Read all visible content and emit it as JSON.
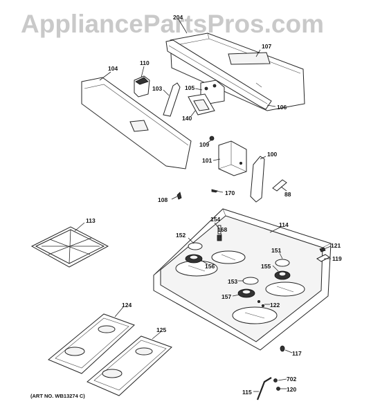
{
  "watermark": "AppliancePartsPros.com",
  "art_number": "(ART NO. WB13274 C)",
  "labels": {
    "p204": "204",
    "p107": "107",
    "p110": "110",
    "p104": "104",
    "p103": "103",
    "p105": "105",
    "p106": "106",
    "p140": "140",
    "p109": "109",
    "p100": "100",
    "p101": "101",
    "p170": "170",
    "p88": "88",
    "p108": "108",
    "p113": "113",
    "p154": "154",
    "p114": "114",
    "p152": "152",
    "p168": "168",
    "p151": "151",
    "p121": "121",
    "p156": "156",
    "p119": "119",
    "p155": "155",
    "p153": "153",
    "p157": "157",
    "p122": "122",
    "p124": "124",
    "p125": "125",
    "p117": "117",
    "p702": "702",
    "p115": "115",
    "p120": "120"
  }
}
